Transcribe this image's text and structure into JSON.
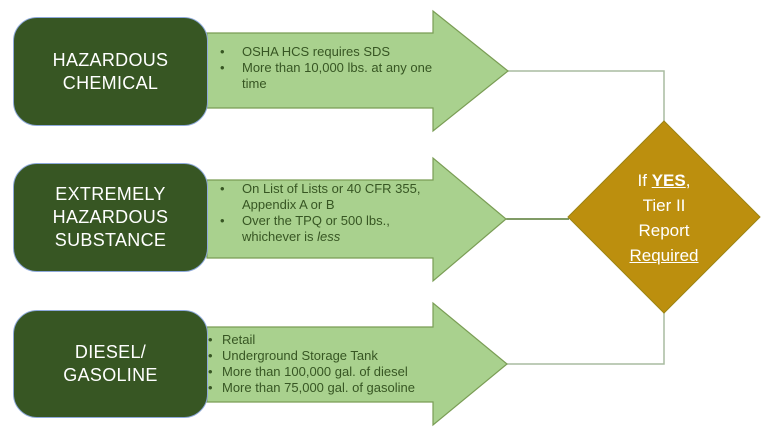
{
  "colors": {
    "box_fill": "#375623",
    "box_border": "#8EA9DB",
    "box_text": "#FFFFFF",
    "arrow_fill": "#A9D18E",
    "arrow_border": "#7A9D55",
    "bullet_text": "#375623",
    "diamond_fill": "#BC8F0E",
    "diamond_border": "#9C8412",
    "connector_light": "#A9BCA0",
    "connector_dark": "#567A33"
  },
  "rows": [
    {
      "label": "HAZARDOUS\nCHEMICAL",
      "bullets": [
        "OSHA HCS requires SDS",
        "More than 10,000 lbs. at any one time"
      ]
    },
    {
      "label": "EXTREMELY\nHAZARDOUS\nSUBSTANCE",
      "bullets": [
        "On List of Lists or 40 CFR 355, Appendix A or B"
      ],
      "bullet2": {
        "pre": "Over the TPQ or 500 lbs., whichever is ",
        "italic": "less"
      }
    },
    {
      "label": "DIESEL/\nGASOLINE",
      "bullets": [
        "Retail",
        "Underground Storage Tank",
        "More than 100,000 gal. of diesel",
        "More than 75,000 gal. of gasoline"
      ]
    }
  ],
  "diamond": {
    "line1_pre": "If ",
    "line1_emph": "YES",
    "line1_post": ",",
    "line2": "Tier II",
    "line3": "Report",
    "line4": "Required"
  }
}
